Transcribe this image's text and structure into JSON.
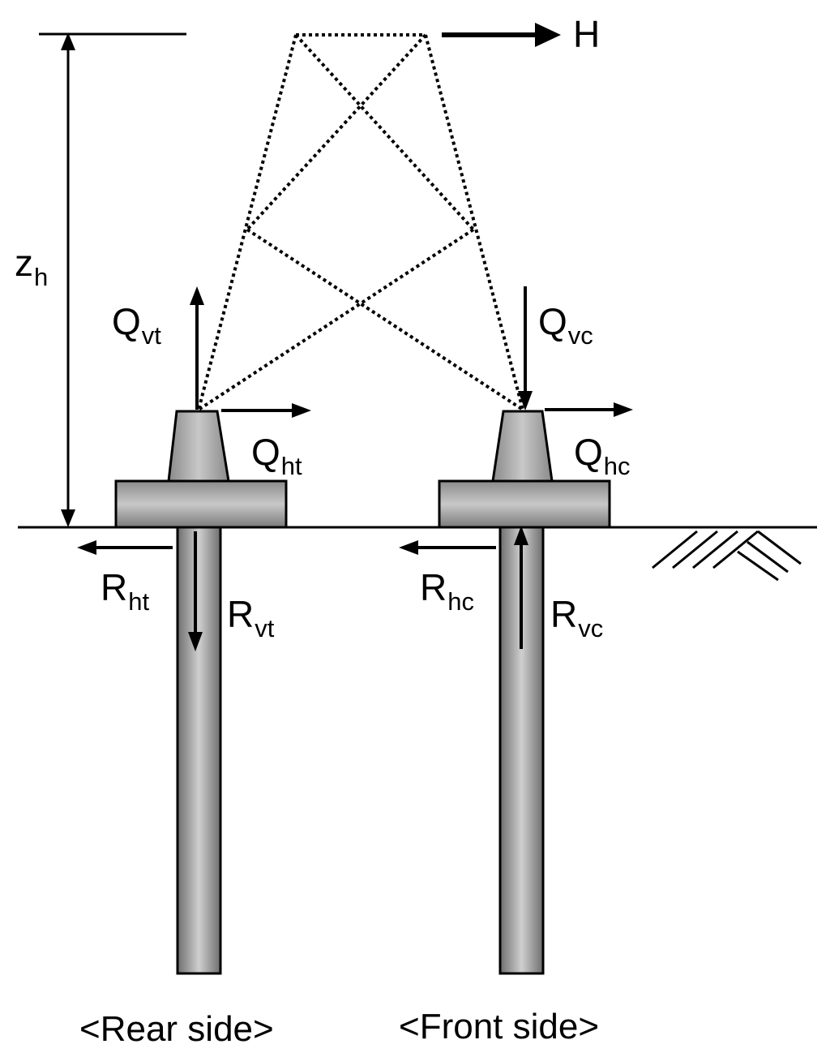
{
  "labels": {
    "horizontal_load": "H",
    "height_symbol": "z",
    "height_subscript": "h",
    "q_vt_main": "Q",
    "q_vt_sub": "vt",
    "q_vc_main": "Q",
    "q_vc_sub": "vc",
    "q_ht_main": "Q",
    "q_ht_sub": "ht",
    "q_hc_main": "Q",
    "q_hc_sub": "hc",
    "r_ht_main": "R",
    "r_ht_sub": "ht",
    "r_vt_main": "R",
    "r_vt_sub": "vt",
    "r_hc_main": "R",
    "r_hc_sub": "hc",
    "r_vc_main": "R",
    "r_vc_sub": "vc"
  },
  "captions": {
    "rear": "<Rear side>",
    "front": "<Front side>"
  },
  "colors": {
    "line": "#000000",
    "pile_light": "#c4c4c4",
    "pile_dark": "#6e6e6e"
  }
}
